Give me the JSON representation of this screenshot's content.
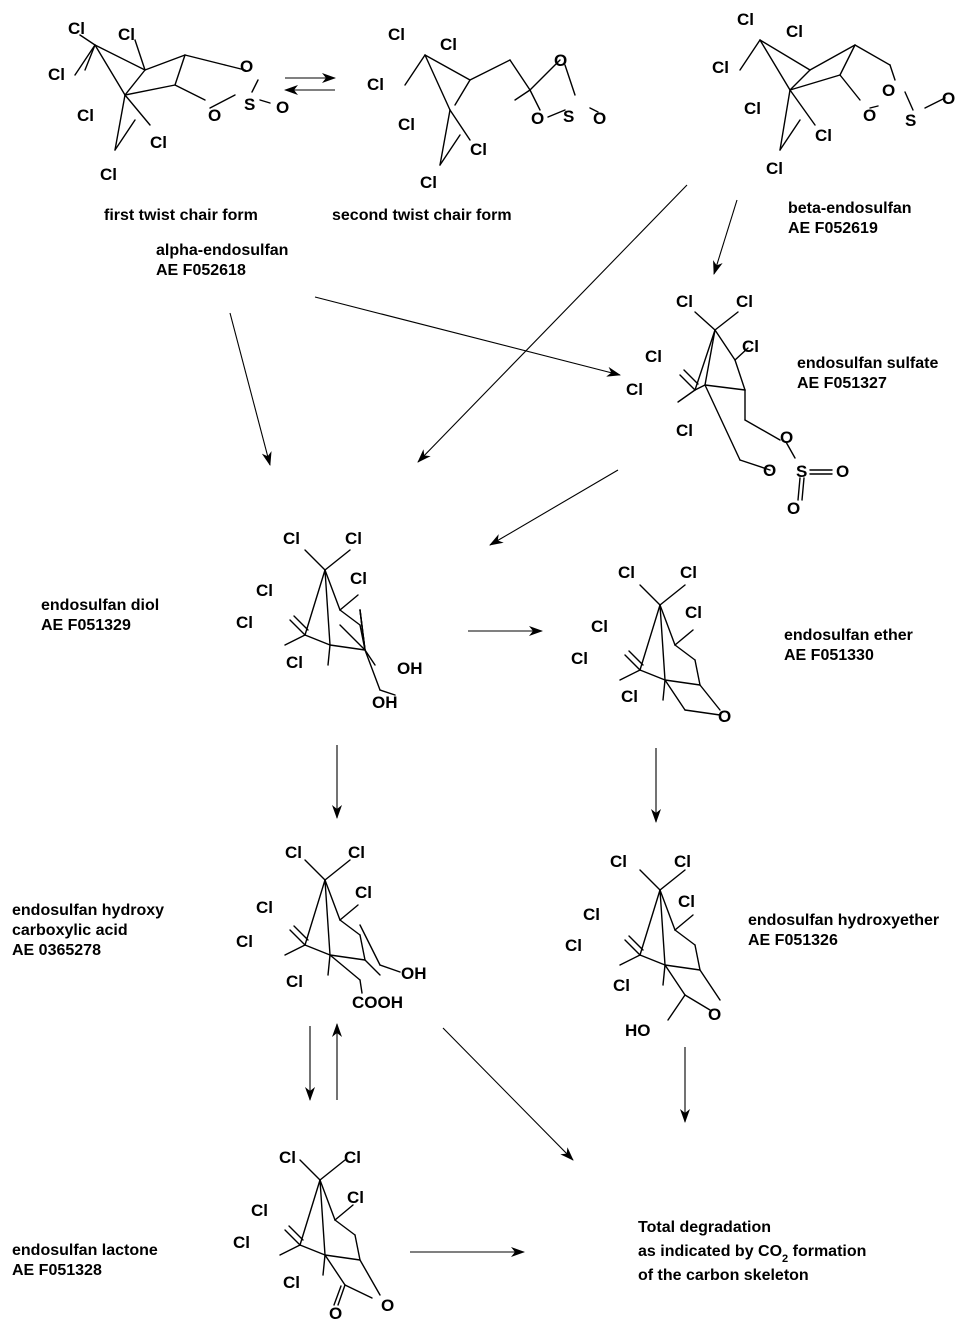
{
  "atoms": {
    "cl": "Cl",
    "o": "O",
    "s": "S",
    "oh": "OH",
    "ho": "HO",
    "cooh": "COOH"
  },
  "compounds": {
    "first_twist_caption": "first twist chair form",
    "second_twist_caption": "second twist chair form",
    "alpha": {
      "name": "alpha-endosulfan",
      "code": "AE F052618"
    },
    "beta": {
      "name": "beta-endosulfan",
      "code": "AE F052619"
    },
    "sulfate": {
      "name": "endosulfan sulfate",
      "code": "AE F051327"
    },
    "diol": {
      "name": "endosulfan diol",
      "code": "AE F051329"
    },
    "ether": {
      "name": "endosulfan ether",
      "code": "AE F051330"
    },
    "hydroxy_acid": {
      "name_line1": "endosulfan hydroxy",
      "name_line2": "carboxylic acid",
      "code": "AE 0365278"
    },
    "hydroxyether": {
      "name": "endosulfan hydroxyether",
      "code": "AE F051326"
    },
    "lactone": {
      "name": "endosulfan lactone",
      "code": "AE F051328"
    },
    "degradation": {
      "line1": "Total degradation",
      "line2_prefix": "as indicated by CO",
      "line2_sub": "2",
      "line2_suffix": " formation",
      "line3": "of the carbon skeleton"
    }
  }
}
